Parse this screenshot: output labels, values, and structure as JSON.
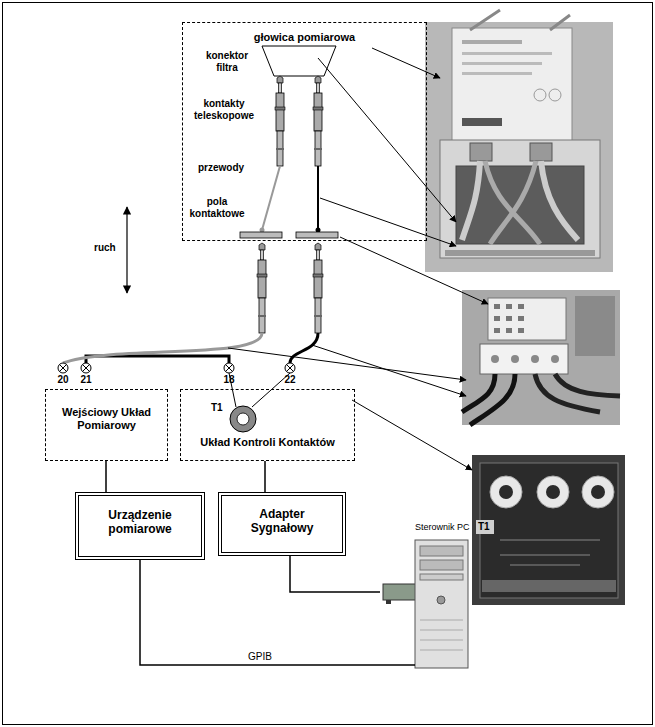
{
  "diagram": {
    "nodes": [
      {
        "text": [
          "głowica pomiarowa"
        ]
      },
      {
        "text": [
          "Wejściowy Układ Pomiarowy"
        ]
      },
      {
        "text": [
          "Układ Kontroli Kontaktów"
        ]
      },
      {
        "text": [
          "Urządzenie pomiarowe"
        ]
      },
      {
        "text": [
          "Adapter Sygnałowy"
        ]
      },
      {
        "text": [
          "Sterownik PC"
        ]
      }
    ],
    "edges": [
      {
        "from": 1,
        "to": 3,
        "arrow": "none"
      },
      {
        "from": 2,
        "to": 4,
        "arrow": "none"
      },
      {
        "from": 4,
        "to": 5,
        "arrow": "none"
      },
      {
        "from": 3,
        "to": 5,
        "arrow": "none",
        "label": "GPIB"
      }
    ],
    "labels": [
      "konektor filtra",
      "kontakty teleskopowe",
      "przewody",
      "pola kontaktowe",
      "ruch",
      "20",
      "21",
      "18",
      "22",
      "T1",
      "T1"
    ]
  }
}
